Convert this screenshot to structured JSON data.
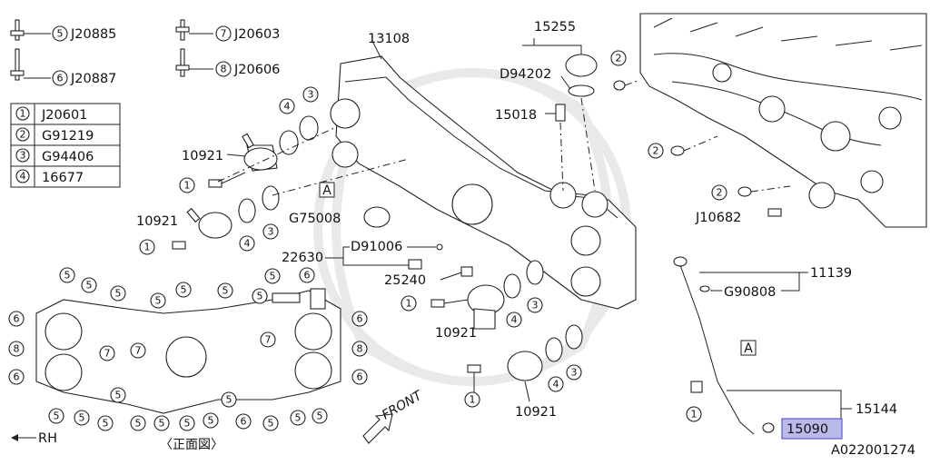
{
  "legend": {
    "rows": [
      {
        "num": "1",
        "code": "J20601"
      },
      {
        "num": "2",
        "code": "G91219"
      },
      {
        "num": "3",
        "code": "G94406"
      },
      {
        "num": "4",
        "code": "16677"
      }
    ]
  },
  "bolts": [
    {
      "num": "5",
      "code": "J20885"
    },
    {
      "num": "6",
      "code": "J20887"
    },
    {
      "num": "7",
      "code": "J20603"
    },
    {
      "num": "8",
      "code": "J20606"
    }
  ],
  "parts": {
    "p13108": "13108",
    "p15255": "15255",
    "d94202": "D94202",
    "p15018": "15018",
    "p10921_a": "10921",
    "p10921_b": "10921",
    "p10921_c": "10921",
    "p10921_d": "10921",
    "g75008": "G75008",
    "p22630": "22630",
    "d91006": "D91006",
    "p25240": "25240",
    "j10682": "J10682",
    "p11139": "11139",
    "g90808": "G90808",
    "p15144": "15144",
    "p15090": "15090"
  },
  "ref_a": "A",
  "front_label": "FRONT",
  "rh_label": "RH",
  "front_view_label": "〈正面図〉",
  "diagram_id": "A022001274",
  "colors": {
    "highlight": "#b9b9ea",
    "line": "#222222"
  }
}
